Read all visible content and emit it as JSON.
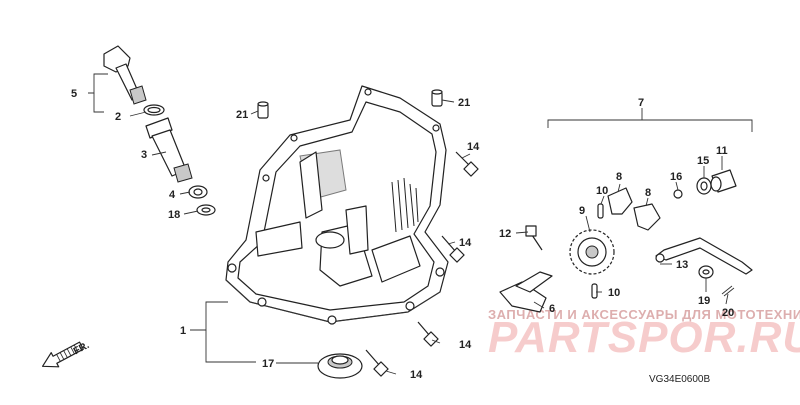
{
  "diagram": {
    "code": "VG34E0600B",
    "direction_label": "FR.",
    "watermark": {
      "line1": "ЗАПЧАСТИ И АКСЕССУАРЫ ДЛЯ МОТОТЕХНИКИ",
      "logo": "PARTSPOR.RU"
    },
    "callouts": [
      {
        "id": "c1",
        "label": "1"
      },
      {
        "id": "c2",
        "label": "2"
      },
      {
        "id": "c3",
        "label": "3"
      },
      {
        "id": "c4",
        "label": "4"
      },
      {
        "id": "c5",
        "label": "5"
      },
      {
        "id": "c6",
        "label": "6"
      },
      {
        "id": "c7",
        "label": "7"
      },
      {
        "id": "c8a",
        "label": "8"
      },
      {
        "id": "c8b",
        "label": "8"
      },
      {
        "id": "c9",
        "label": "9"
      },
      {
        "id": "c10a",
        "label": "10"
      },
      {
        "id": "c10b",
        "label": "10"
      },
      {
        "id": "c11",
        "label": "11"
      },
      {
        "id": "c12",
        "label": "12"
      },
      {
        "id": "c13",
        "label": "13"
      },
      {
        "id": "c14a",
        "label": "14"
      },
      {
        "id": "c14b",
        "label": "14"
      },
      {
        "id": "c14c",
        "label": "14"
      },
      {
        "id": "c14d",
        "label": "14"
      },
      {
        "id": "c15",
        "label": "15"
      },
      {
        "id": "c16",
        "label": "16"
      },
      {
        "id": "c17",
        "label": "17"
      },
      {
        "id": "c18",
        "label": "18"
      },
      {
        "id": "c19",
        "label": "19"
      },
      {
        "id": "c20",
        "label": "20"
      },
      {
        "id": "c21a",
        "label": "21"
      },
      {
        "id": "c21b",
        "label": "21"
      }
    ]
  }
}
